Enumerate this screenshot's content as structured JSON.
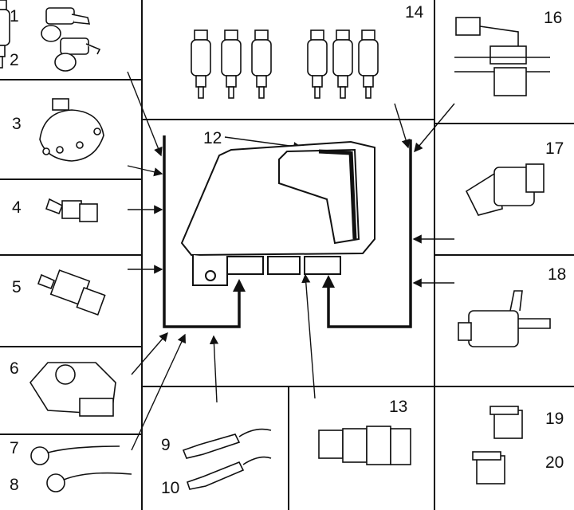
{
  "labels": [
    "1",
    "2",
    "3",
    "4",
    "5",
    "6",
    "7",
    "8",
    "9",
    "10",
    "12",
    "13",
    "14",
    "16",
    "17",
    "18",
    "19",
    "20"
  ]
}
